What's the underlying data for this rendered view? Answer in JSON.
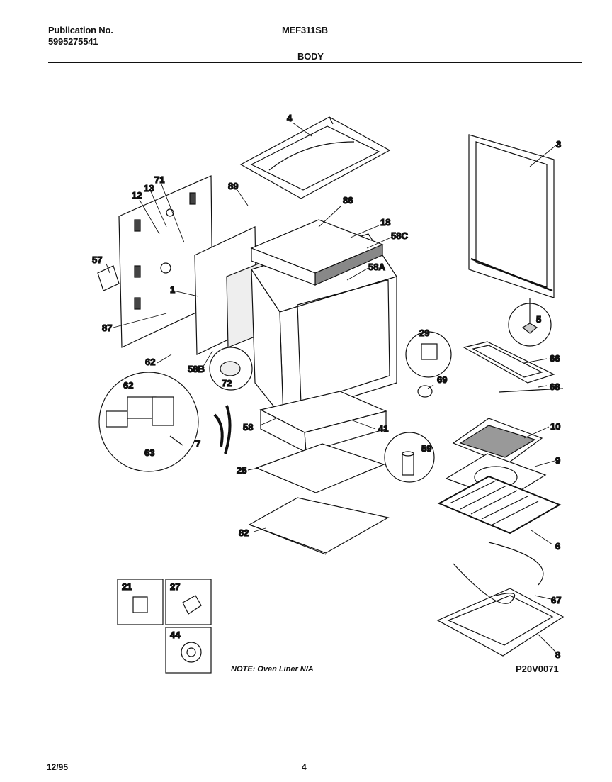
{
  "header": {
    "publication_label": "Publication No.",
    "publication_number": "5995275541",
    "model": "MEF311SB",
    "section": "BODY"
  },
  "diagram": {
    "part_labels": {
      "p4": "4",
      "p3": "3",
      "p89": "89",
      "p86": "86",
      "p18": "18",
      "p58C": "58C",
      "p71": "71",
      "p13": "13",
      "p12": "12",
      "p57": "57",
      "p1": "1",
      "p87": "87",
      "p58A": "58A",
      "p5": "5",
      "p29": "29",
      "p66": "66",
      "p69": "69",
      "p68": "68",
      "p62a": "62",
      "p62b": "62",
      "p58B": "58B",
      "p72": "72",
      "p63": "63",
      "p7": "7",
      "p58": "58",
      "p41": "41",
      "p10": "10",
      "p59": "59",
      "p9": "9",
      "p25": "25",
      "p6": "6",
      "p82": "82",
      "p67": "67",
      "p8": "8",
      "p21": "21",
      "p27": "27",
      "p44": "44"
    },
    "note": "NOTE: Oven Liner N/A",
    "drawing_code": "P20V0071"
  },
  "footer": {
    "date": "12/95",
    "page": "4"
  }
}
